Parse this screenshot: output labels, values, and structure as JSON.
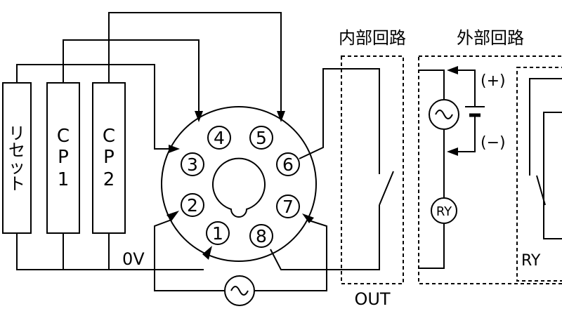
{
  "labels": {
    "internal_circuit": "内部回路",
    "external_circuit": "外部回路",
    "reset": [
      "リ",
      "セ",
      "ッ",
      "ト"
    ],
    "cp1": [
      "C",
      "P",
      "1"
    ],
    "cp2": [
      "C",
      "P",
      "2"
    ],
    "zero_v": "0V",
    "out": "OUT",
    "plus": "(+)",
    "minus": "(−)",
    "ry_coil": "RY",
    "ry_contact": "RY"
  },
  "pins": [
    "1",
    "2",
    "3",
    "4",
    "5",
    "6",
    "7",
    "8"
  ]
}
